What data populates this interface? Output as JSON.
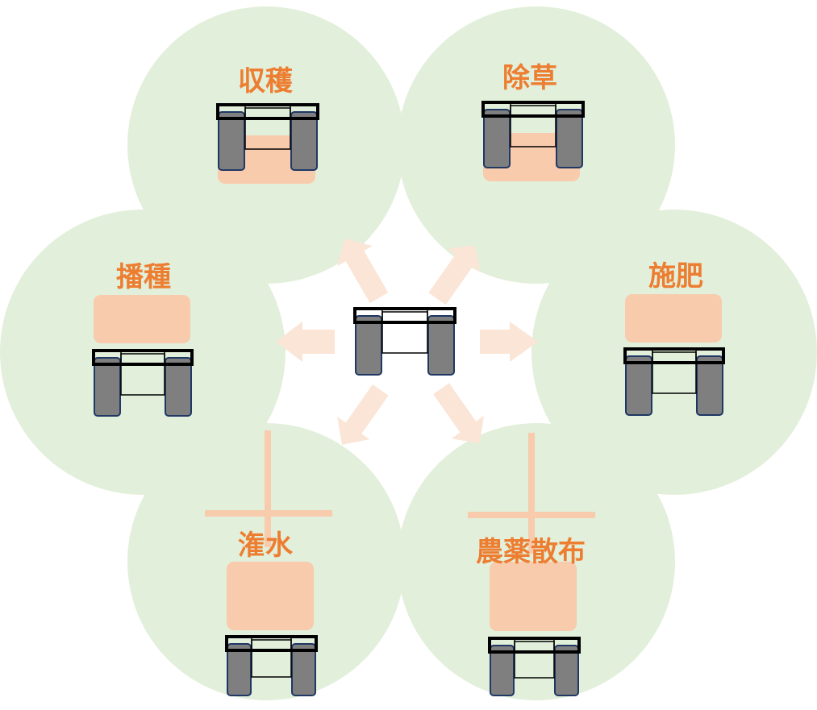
{
  "diagram": {
    "center_label": "",
    "tasks": [
      {
        "id": "harvest",
        "label": "収穫"
      },
      {
        "id": "weeding",
        "label": "除草"
      },
      {
        "id": "seeding",
        "label": "播種"
      },
      {
        "id": "fertilizing",
        "label": "施肥"
      },
      {
        "id": "irrigation",
        "label": "潅水"
      },
      {
        "id": "spraying",
        "label": "農薬散布"
      }
    ]
  },
  "colors": {
    "petal": "#e2efda",
    "accent_text": "#ed7d31",
    "implement": "#f8cbad",
    "arrow": "#fbe5d6",
    "wheel": "#7f7f7f",
    "wheel_border": "#1f3864",
    "frame": "#000000"
  }
}
